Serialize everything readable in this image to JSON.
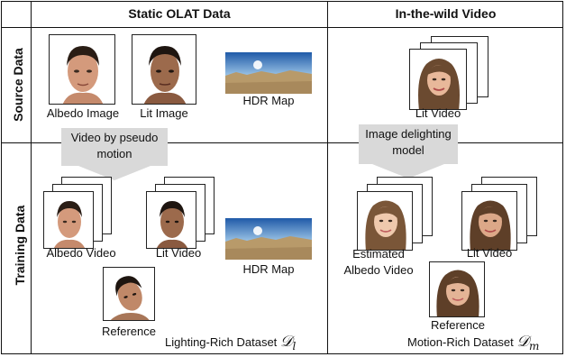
{
  "header": {
    "col1": "Static OLAT Data",
    "col2": "In-the-wild Video"
  },
  "rows": {
    "source": "Source Data",
    "training": "Training Data"
  },
  "source_olat": {
    "albedo_image": "Albedo Image",
    "lit_image": "Lit Image",
    "hdr_map": "HDR Map"
  },
  "source_wild": {
    "lit_video": "Lit Video"
  },
  "arrows": {
    "olat": "Video by pseudo motion",
    "wild": "Image delighting model"
  },
  "training_olat": {
    "albedo_video": "Albedo Video",
    "lit_video": "Lit Video",
    "hdr_map": "HDR Map",
    "reference": "Reference",
    "dataset_prefix": "Lighting-Rich Dataset",
    "dataset_symbol": "𝒟",
    "dataset_sub": "l"
  },
  "training_wild": {
    "estimated_albedo_video": "Estimated Albedo Video",
    "lit_video": "Lit Video",
    "reference": "Reference",
    "dataset_prefix": "Motion-Rich Dataset",
    "dataset_symbol": "𝒟",
    "dataset_sub": "m"
  },
  "colors": {
    "arrow_fill": "#d9d9d9",
    "sky": "#2f6fb5",
    "ground": "#b89a6a",
    "skin_a": "#c99070",
    "skin_b": "#e8b89a",
    "hair_dark": "#2a1d15",
    "hair_brown": "#6b4a30"
  }
}
